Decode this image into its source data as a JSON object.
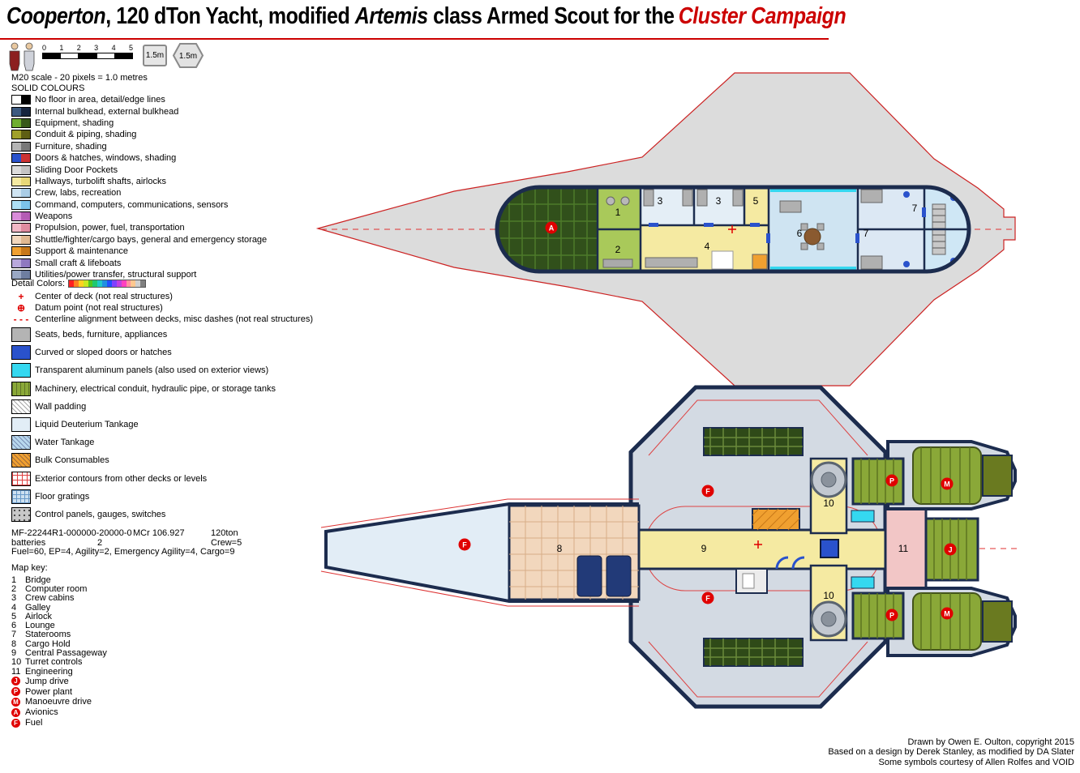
{
  "title": {
    "name": "Cooperton",
    "mid1": ", 120 dTon Yacht, modified ",
    "class_name": "Artemis",
    "mid2": " class Armed Scout for the",
    "campaign": "Cluster  Campaign"
  },
  "scale_bar": {
    "ticks": [
      "0",
      "1",
      "2",
      "3",
      "4",
      "5"
    ],
    "badge_square": "1.5m",
    "badge_hex": "1.5m"
  },
  "notes": {
    "scale_note": "M20 scale - 20 pixels = 1.0 metres",
    "solid_heading": "SOLID COLOURS",
    "detail_colors_label": "Detail Colors:"
  },
  "legend_solid": [
    {
      "label": "No floor in area, detail/edge lines",
      "c1": "#ffffff",
      "c2": "#000000"
    },
    {
      "label": "Internal bulkhead, external bulkhead",
      "c1": "#3d5a80",
      "c2": "#16243e"
    },
    {
      "label": "Equipment, shading",
      "c1": "#6fae2f",
      "c2": "#37591a"
    },
    {
      "label": "Conduit & piping, shading",
      "c1": "#a0a02a",
      "c2": "#5e5e14"
    },
    {
      "label": "Furniture, shading",
      "c1": "#b4b4b4",
      "c2": "#787878"
    },
    {
      "label": "Doors & hatches, windows, shading",
      "c1": "#2a52cc",
      "c2": "#cc3333"
    },
    {
      "label": "Sliding Door Pockets",
      "c1": "#dcdcdc",
      "c2": "#c4c4c4"
    },
    {
      "label": "Hallways, turbolift shafts, airlocks",
      "c1": "#f5eaa2",
      "c2": "#e8d878"
    },
    {
      "label": "Crew, labs, recreation",
      "c1": "#cfe4f2",
      "c2": "#aacde6"
    },
    {
      "label": "Command, computers, communications, sensors",
      "c1": "#aee0f5",
      "c2": "#7cc4ea"
    },
    {
      "label": "Weapons",
      "c1": "#d98cd9",
      "c2": "#b45cb4"
    },
    {
      "label": "Propulsion, power, fuel, transportation",
      "c1": "#f2b8c6",
      "c2": "#e08ca0"
    },
    {
      "label": "Shuttle/fighter/cargo bays, general and emergency storage",
      "c1": "#f2d7bd",
      "c2": "#e0b890"
    },
    {
      "label": "Support & maintenance",
      "c1": "#f0a030",
      "c2": "#c87818"
    },
    {
      "label": "Small craft & lifeboats",
      "c1": "#b9a8dc",
      "c2": "#8f78c0"
    },
    {
      "label": "Utilities/power transfer, structural support",
      "c1": "#9aa8c4",
      "c2": "#6e7ea0"
    }
  ],
  "detail_colors": [
    "#ff2020",
    "#ff8020",
    "#ffd020",
    "#c8e820",
    "#50c820",
    "#20c870",
    "#20c8c8",
    "#2090e0",
    "#2050ff",
    "#8040ff",
    "#c040e0",
    "#ff40c0",
    "#ff90a0",
    "#ffc890",
    "#d0d0d0",
    "#808080"
  ],
  "symbol_keys": [
    {
      "glyph": "+",
      "label": "Center of deck (not real structures)"
    },
    {
      "glyph": "⊕",
      "label": "Datum point (not real structures)"
    },
    {
      "glyph": "- - -",
      "label": "Centerline alignment between decks, misc dashes (not real structures)"
    }
  ],
  "legend_patterns": [
    {
      "label": "Seats, beds, furniture, appliances",
      "color": "#b4b4b4"
    },
    {
      "label": "Curved or sloped doors or hatches",
      "color": "#2a52cc"
    },
    {
      "label": "Transparent aluminum panels (also used on exterior views)",
      "color": "#35d8f0"
    },
    {
      "label": "Machinery, electrical conduit, hydraulic pipe, or storage tanks",
      "color": "#8aa838"
    },
    {
      "label": "Wall padding",
      "color": "#ffffff"
    },
    {
      "label": "Liquid Deuterium Tankage",
      "color": "#e2edf6"
    },
    {
      "label": "Water Tankage",
      "color": "#b8d8ee"
    },
    {
      "label": "Bulk Consumables",
      "color": "#f0a030"
    },
    {
      "label": "Exterior contours from other decks or levels",
      "color": "#ffffff"
    },
    {
      "label": "Floor gratings",
      "color": "#cce0f0"
    },
    {
      "label": "Control panels, gauges, switches",
      "color": "#c8c8c8"
    }
  ],
  "stats": {
    "usp": "MF-22244R1-000000-20000-0",
    "mcr": "MCr 106.927",
    "tonnage": "120ton",
    "batteries_label": "batteries",
    "batteries_value": "2",
    "crew": "Crew=5",
    "line3": "Fuel=60, EP=4, Agility=2, Emergency Agility=4, Cargo=9"
  },
  "map_key": {
    "heading": "Map key:",
    "numbered": [
      {
        "num": "1",
        "label": "Bridge"
      },
      {
        "num": "2",
        "label": "Computer room"
      },
      {
        "num": "3",
        "label": "Crew cabins"
      },
      {
        "num": "4",
        "label": "Galley"
      },
      {
        "num": "5",
        "label": "Airlock"
      },
      {
        "num": "6",
        "label": "Lounge"
      },
      {
        "num": "7",
        "label": "Staterooms"
      },
      {
        "num": "8",
        "label": "Cargo Hold"
      },
      {
        "num": "9",
        "label": "Central Passageway"
      },
      {
        "num": "10",
        "label": "Turret controls"
      },
      {
        "num": "11",
        "label": "Engineering"
      }
    ],
    "lettered": [
      {
        "letter": "J",
        "label": "Jump drive"
      },
      {
        "letter": "P",
        "label": "Power plant"
      },
      {
        "letter": "M",
        "label": "Manoeuvre drive"
      },
      {
        "letter": "A",
        "label": "Avionics"
      },
      {
        "letter": "F",
        "label": "Fuel"
      }
    ]
  },
  "credits": [
    "Drawn by Owen E. Oulton, copyright 2015",
    "Based on a design by Derek Stanley, as modified by DA Slater",
    "Some symbols courtesy of Allen Rolfes and VOID"
  ],
  "deck_upper": {
    "rooms": [
      "1",
      "2",
      "3",
      "3",
      "5",
      "4",
      "6",
      "7",
      "7"
    ],
    "marker": "A"
  },
  "deck_lower": {
    "rooms": [
      "8",
      "9",
      "10",
      "10",
      "11"
    ],
    "markers": [
      "F",
      "F",
      "F",
      "P",
      "P",
      "M",
      "M",
      "J"
    ]
  }
}
